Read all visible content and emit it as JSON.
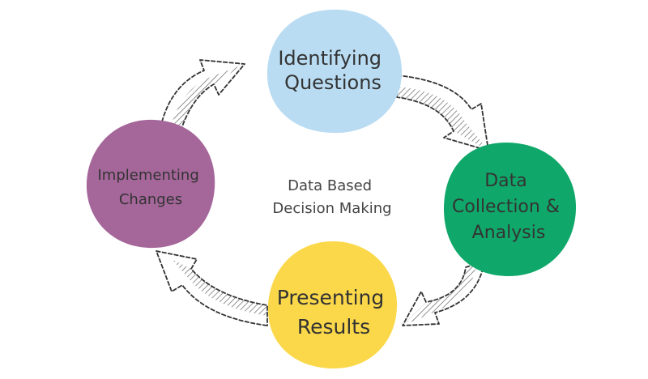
{
  "center_label": {
    "line1": "Data Based",
    "line2": "Decision Making"
  },
  "stages": [
    {
      "id": "identifying",
      "lines": [
        "Identifying",
        "Questions"
      ],
      "color": "#b9dcf2"
    },
    {
      "id": "collection",
      "lines": [
        "Data",
        "Collection &",
        "Analysis"
      ],
      "color": "#10a86a"
    },
    {
      "id": "presenting",
      "lines": [
        "Presenting",
        "Results"
      ],
      "color": "#fbd84a"
    },
    {
      "id": "implementing",
      "lines": [
        "Implementing",
        "Changes"
      ],
      "color": "#a5669a"
    }
  ],
  "arrow_style": {
    "fill": "#ffffff",
    "stroke": "#333333",
    "hatch": "#555555"
  }
}
